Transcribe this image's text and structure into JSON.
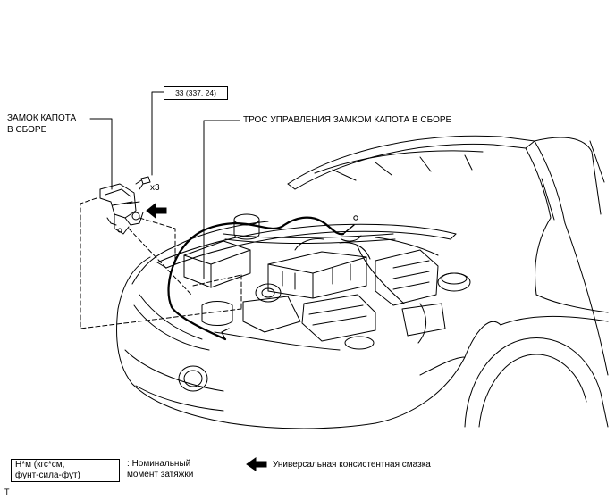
{
  "labels": {
    "hood_lock": [
      "ЗАМОК КАПОТА",
      "В СБОРЕ"
    ],
    "hood_cable": "ТРОС УПРАВЛЕНИЯ ЗАМКОМ КАПОТА В СБОРЕ",
    "torque_value": "33 (337, 24)",
    "bolt_count": "x3"
  },
  "legend": {
    "torque_units": [
      "Н*м (кгс*см,",
      "фунт-сила-фут)"
    ],
    "torque_desc": [
      "Номинальный",
      "момент затяжки"
    ],
    "torque_desc_prefix": ":",
    "grease": "Универсальная консистентная смазка"
  },
  "corner_mark": "T"
}
